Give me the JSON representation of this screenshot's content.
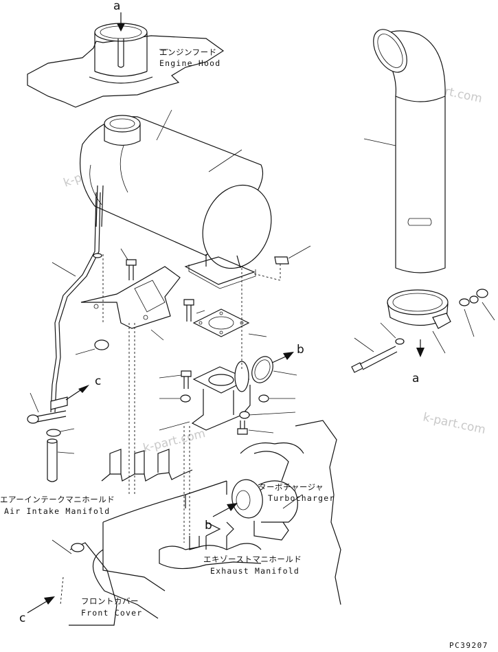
{
  "labels": {
    "engine_hood_jp": "エンジンフード",
    "engine_hood_en": "Engine Hood",
    "air_intake_jp": "エアーインテークマニホールド",
    "air_intake_en": "Air Intake Manifold",
    "turbo_jp": "ターボチャージャ",
    "turbo_en": "Turbocharger",
    "exhaust_jp": "エキゾーストマニホールド",
    "exhaust_en": "Exhaust Manifold",
    "front_cover_jp": "フロントカバー",
    "front_cover_en": "Front Cover"
  },
  "refs": {
    "a_top": "a",
    "a_clamp": "a",
    "b_gasket": "b",
    "b_turbo": "b",
    "c_bracket": "c",
    "c_front": "c"
  },
  "watermarks": [
    "k-part.com",
    "k-part.com",
    "k-part.com",
    "k-part.com"
  ],
  "drawing_code": "PC39207"
}
